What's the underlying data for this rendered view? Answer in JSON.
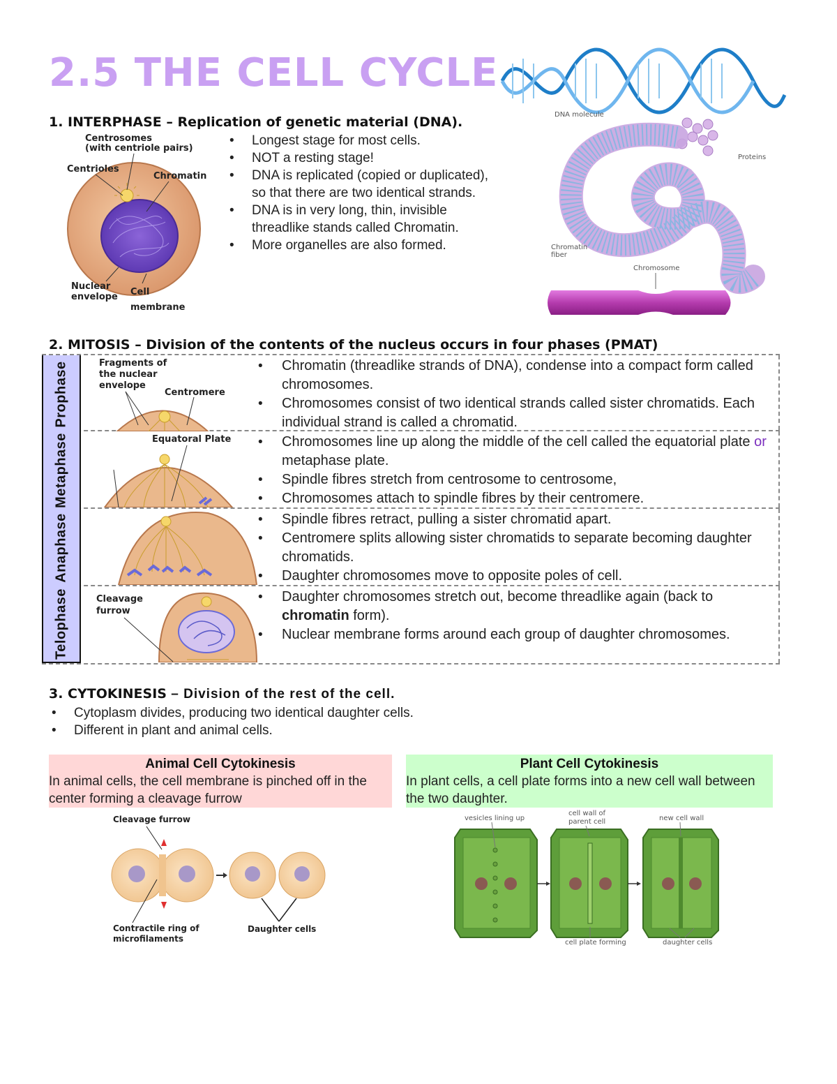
{
  "title": "2.5 THE CELL CYCLE",
  "sections": {
    "interphase": {
      "heading": "1.  INTERPHASE – Replication of genetic material (DNA).",
      "bullets": [
        "Longest stage for most cells.",
        "NOT a resting stage!",
        "DNA is replicated (copied or duplicated), so that there are two identical strands.",
        "DNA is in very long, thin, invisible threadlike stands called Chromatin.",
        "More organelles are also formed."
      ],
      "cell_labels": {
        "centrosomes": "Centrosomes",
        "centrosomes_sub": "(with centriole pairs)",
        "centrioles": "Centrioles",
        "chromatin": "Chromatin",
        "nuclear": "Nuclear",
        "envelope": "envelope",
        "cell": "Cell",
        "membrane": "membrane"
      },
      "dna_labels": {
        "dna_molecule": "DNA molecule",
        "proteins": "Proteins",
        "chromatin_fiber_1": "Chromatin",
        "chromatin_fiber_2": "fiber",
        "chromosome": "Chromosome"
      }
    },
    "mitosis": {
      "heading": "2.  MITOSIS – Division of the contents of the nucleus occurs in four phases (PMAT)",
      "phases": [
        {
          "name": "Prophase",
          "labels": [
            "Fragments of",
            "the nuclear",
            "envelope",
            "Centromere"
          ],
          "bullets": [
            "Chromatin (threadlike strands of DNA), condense into a compact form called chromosomes.",
            "Chromosomes consist of two identical strands called sister chromatids. Each individual strand is called a chromatid."
          ]
        },
        {
          "name": "Metaphase",
          "labels": [
            "Equatoral Plate"
          ],
          "bullets_rich": {
            "b1_a": "Chromosomes line up along the middle of the cell called the equatorial plate ",
            "b1_or": "or",
            "b1_b": " metaphase plate.",
            "b2": "Spindle fibres stretch from centrosome to centrosome,",
            "b3": "Chromosomes attach to spindle fibres by their centromere."
          }
        },
        {
          "name": "Anaphase",
          "bullets": [
            "Spindle fibres retract, pulling a sister chromatid apart.",
            "Centromere splits allowing sister chromatids to separate becoming daughter chromatids.",
            "Daughter chromosomes move to opposite poles of cell."
          ]
        },
        {
          "name": "Telophase",
          "labels": [
            "Cleavage",
            "furrow"
          ],
          "bullets_rich": {
            "b1_a": "Daughter chromosomes stretch out, become threadlike again (back to ",
            "b1_bold": "chromatin",
            "b1_b": " form).",
            "b2": "Nuclear membrane forms around each group of daughter chromosomes."
          }
        }
      ]
    },
    "cytokinesis": {
      "heading_a": "3.  CYTOKINESIS",
      "heading_b": " – Division of the rest of the cell.",
      "bullets": [
        "Cytoplasm divides, producing two identical daughter cells.",
        "Different in plant and animal cells."
      ],
      "animal": {
        "title": "Animal Cell Cytokinesis",
        "text": "In animal cells, the cell membrane is pinched off in the center forming a cleavage furrow",
        "labels": {
          "furrow": "Cleavage furrow",
          "ring_1": "Contractile ring of",
          "ring_2": "microfilaments",
          "daughters": "Daughter cells"
        }
      },
      "plant": {
        "title": "Plant Cell Cytokinesis",
        "text": "In plant cells, a cell plate forms into a new cell wall between the two daughter.",
        "labels": {
          "vesicles": "vesicles lining up",
          "parent_wall_1": "cell wall of",
          "parent_wall_2": "parent cell",
          "new_wall": "new cell wall",
          "plate": "cell plate forming",
          "daughters": "daughter cells"
        }
      }
    }
  }
}
